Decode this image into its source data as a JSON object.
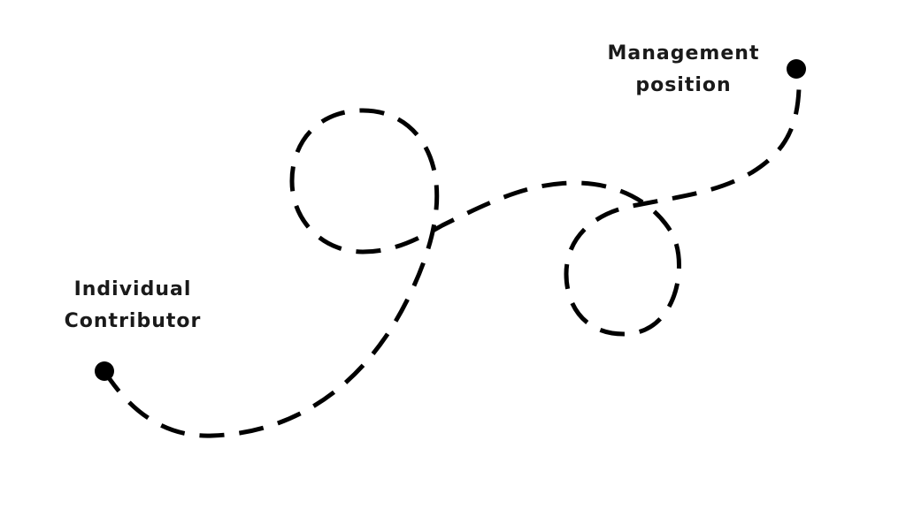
{
  "start": {
    "line1": "Individual",
    "line2": "Contributor"
  },
  "end": {
    "line1": "Management",
    "line2": "position"
  },
  "colors": {
    "path": "#000000",
    "text": "#1a1a1a",
    "background": "#ffffff"
  }
}
